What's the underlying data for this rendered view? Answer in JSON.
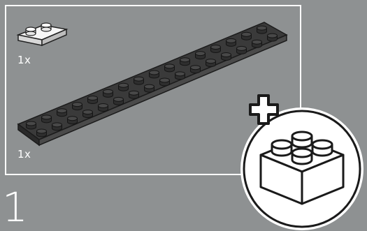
{
  "step": {
    "number": "1"
  },
  "parts": [
    {
      "quantity": "1x",
      "color_name": "white",
      "color": "#f4f4f4"
    },
    {
      "quantity": "1x",
      "color_name": "black",
      "color": "#333333"
    }
  ],
  "badge": {
    "icon": "add-brick-icon"
  },
  "colors": {
    "background": "#8e9192",
    "frame": "#ffffff"
  }
}
